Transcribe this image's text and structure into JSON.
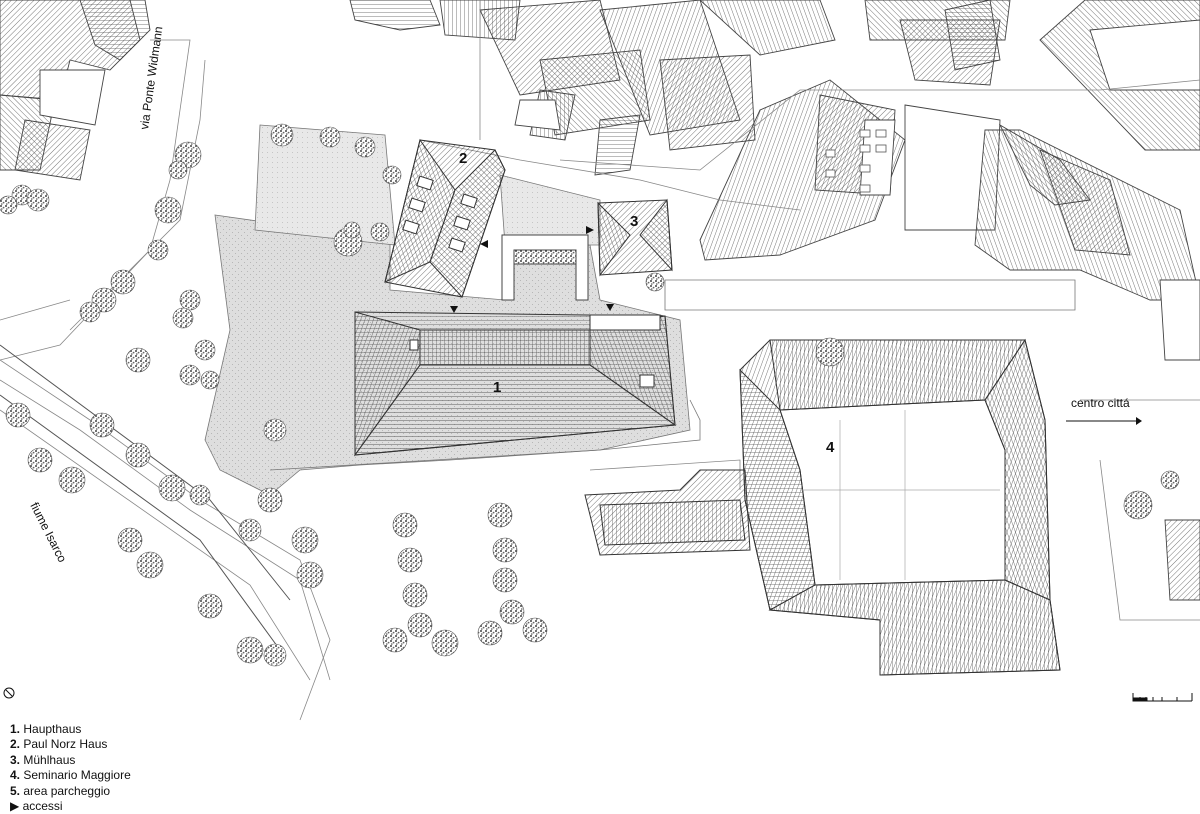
{
  "map": {
    "buildings": [
      {
        "number": "1"
      },
      {
        "number": "2"
      },
      {
        "number": "3"
      },
      {
        "number": "4"
      }
    ],
    "streets": {
      "road": "via Ponte Widmann",
      "river": "fiume Isarco",
      "direction": "centro cittá"
    },
    "colors": {
      "line": "#444444",
      "paving": "#d2d2d2",
      "paving_light": "#e6e6e6",
      "tree": "#555555",
      "background": "#ffffff"
    },
    "icons": [
      "north-arrow-icon",
      "scale-bar-icon",
      "access-triangle-icon",
      "tree-icon"
    ]
  },
  "legend": {
    "items": [
      {
        "key": "1.",
        "label": "Haupthaus"
      },
      {
        "key": "2.",
        "label": "Paul Norz Haus"
      },
      {
        "key": "3.",
        "label": "Mühlhaus"
      },
      {
        "key": "4.",
        "label": "Seminario Maggiore"
      },
      {
        "key": "5.",
        "label": "area parcheggio"
      },
      {
        "key": "▶",
        "label": "accessi"
      }
    ]
  }
}
